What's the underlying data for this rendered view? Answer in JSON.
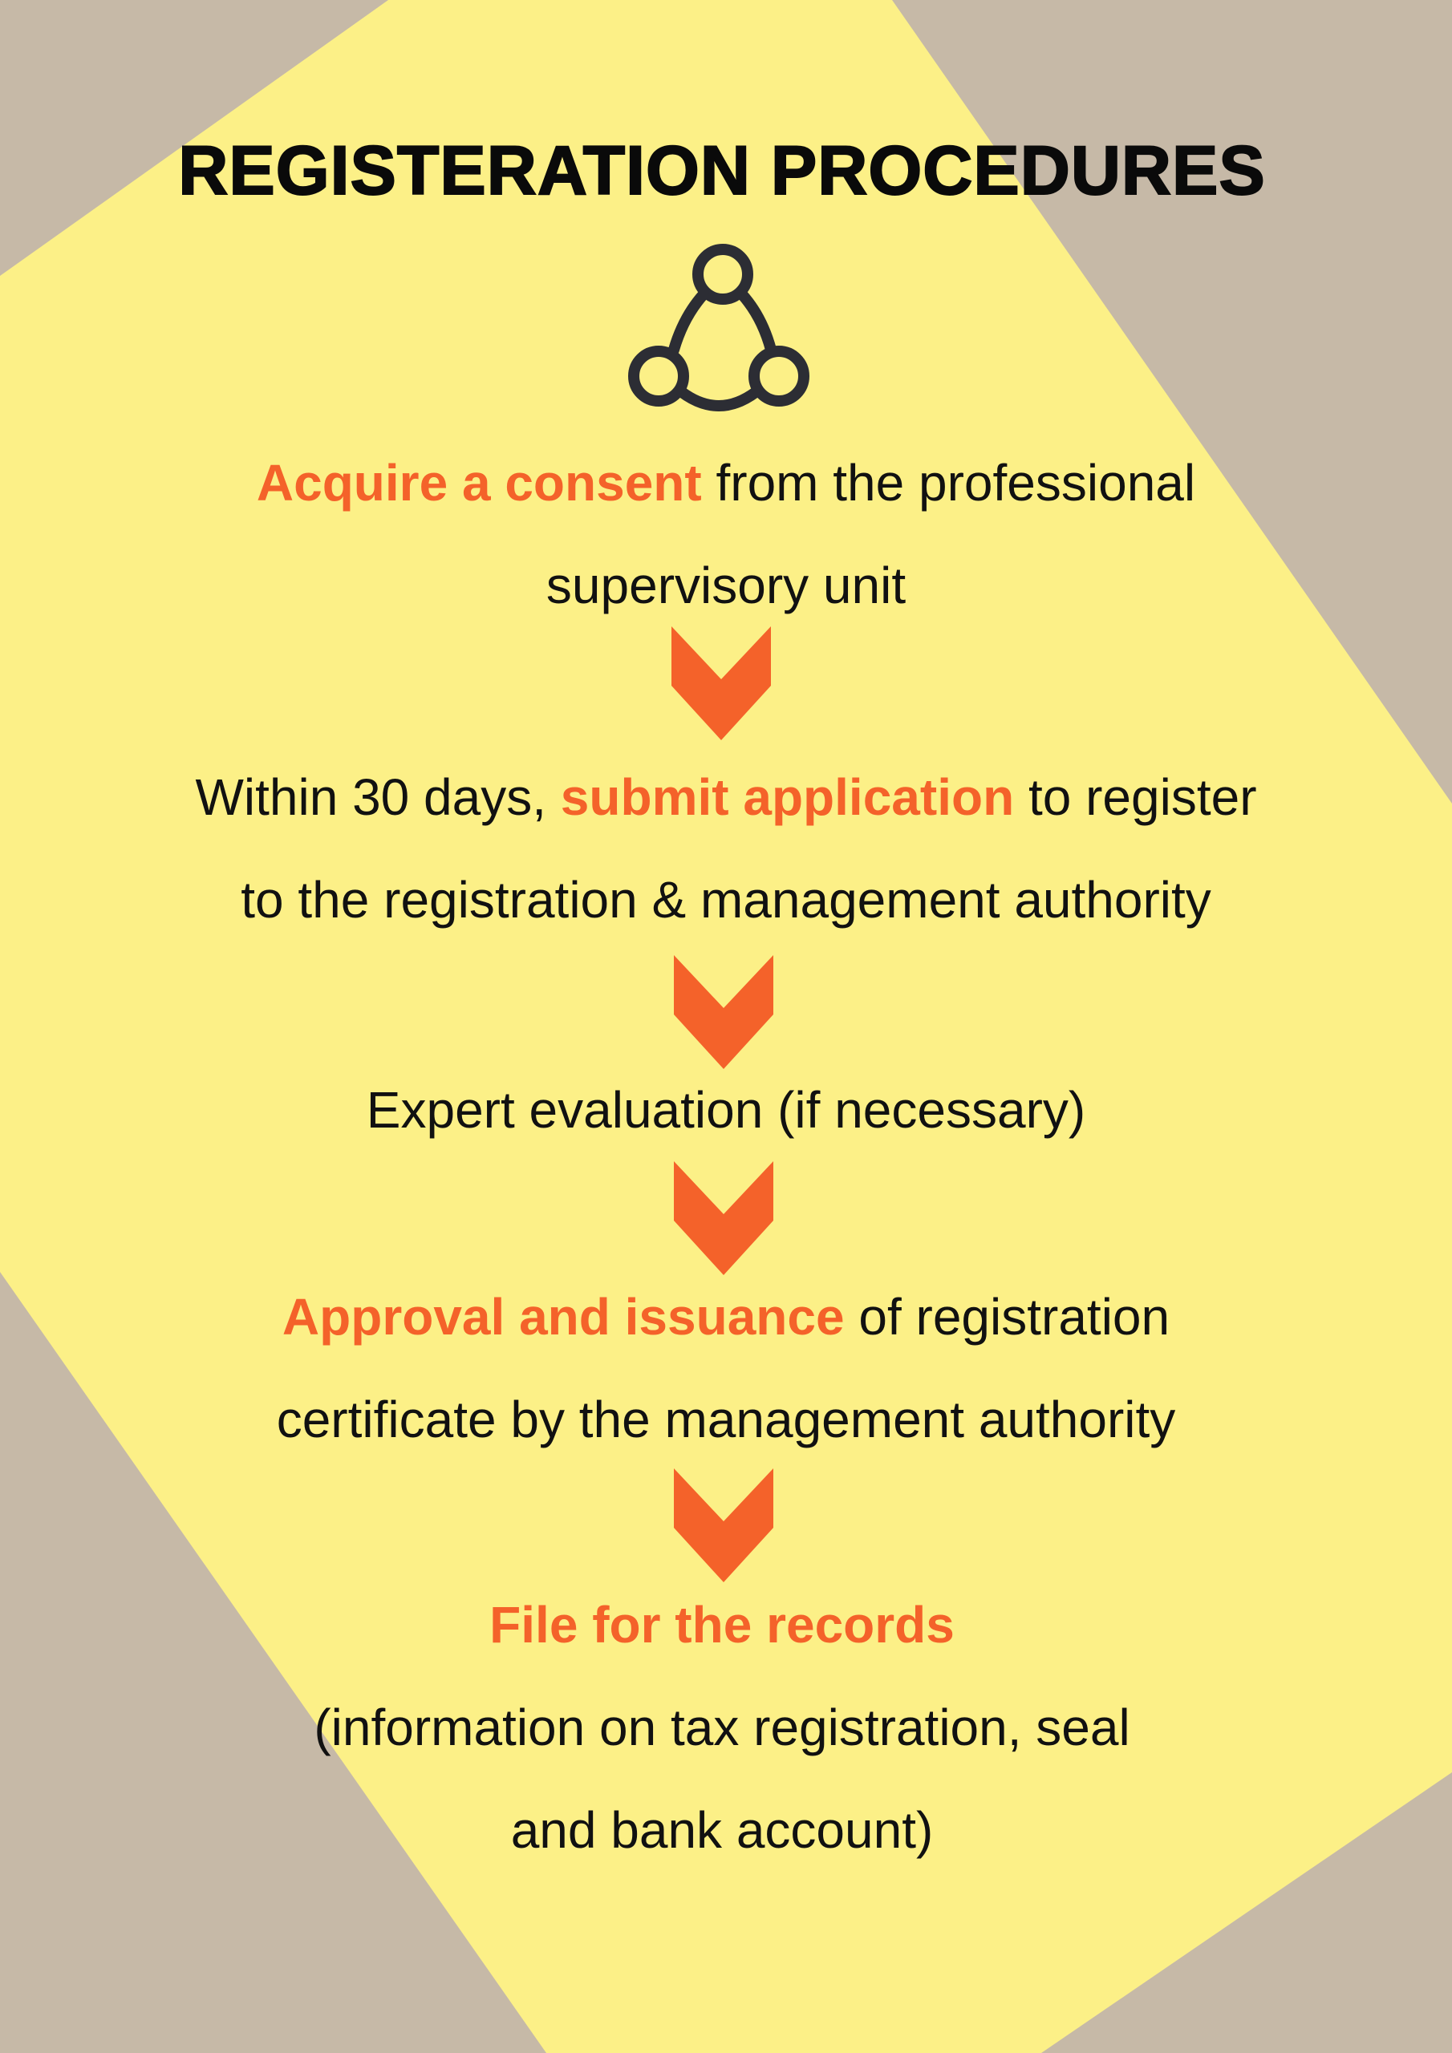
{
  "title": "REGISTERATION PROCEDURES",
  "icon": "network-nodes-icon",
  "colors": {
    "background": "#c6b9a7",
    "panel": "#fcf087",
    "accent": "#f4622a",
    "text": "#111111",
    "icon": "#2c2d34"
  },
  "steps": [
    {
      "line1": {
        "highlight": "Acquire a consent",
        "text": " from the professional"
      },
      "line2": "supervisory unit"
    },
    {
      "line1": {
        "prefix": "Within 30 days, ",
        "highlight": "submit application",
        "text": " to register"
      },
      "line2": "to the registration & management authority"
    },
    {
      "line1": {
        "text": "Expert evaluation (if necessary)"
      }
    },
    {
      "line1": {
        "highlight": "Approval and issuance",
        "text": " of registration"
      },
      "line2": "certificate by the management authority"
    },
    {
      "line1": {
        "highlight": "File for the records"
      },
      "line2": "(information on tax registration, seal",
      "line3": "and bank account)"
    }
  ]
}
